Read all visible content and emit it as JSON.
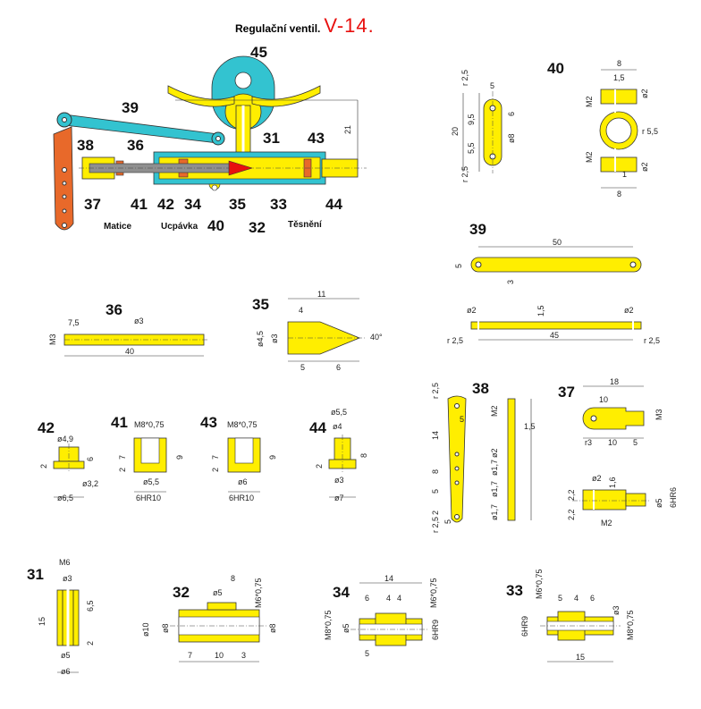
{
  "title": {
    "text": "Regulační ventil.",
    "code": "V-14."
  },
  "assembly": {
    "numbers": [
      "45",
      "39",
      "38",
      "36",
      "31",
      "43",
      "37",
      "41",
      "42",
      "34",
      "40",
      "35",
      "32",
      "33",
      "44"
    ],
    "labels": {
      "matice": "Matice",
      "ucpavka": "Ucpávka",
      "tesneni": "Těsnění"
    }
  },
  "parts": {
    "p40": {
      "num": "40",
      "dims": [
        "r 2,5",
        "5",
        "6",
        "9,5",
        "20",
        "ø8",
        "5,5",
        "r 2,5",
        "8",
        "1,5",
        "ø2",
        "M2",
        "r 5,5",
        "M2",
        "1",
        "ø2",
        "8"
      ]
    },
    "p39": {
      "num": "39",
      "dims": [
        "50",
        "5",
        "3",
        "ø2",
        "1,5",
        "ø2",
        "r 2,5",
        "45",
        "r 2,5"
      ]
    },
    "p36": {
      "num": "36",
      "dims": [
        "7,5",
        "ø3",
        "M3",
        "40"
      ]
    },
    "p35": {
      "num": "35",
      "dims": [
        "11",
        "4",
        "ø4,5",
        "ø3",
        "40°",
        "5",
        "6"
      ]
    },
    "p38": {
      "num": "38",
      "dims": [
        "r 2,5",
        "5",
        "14",
        "8",
        "5",
        "2",
        "5",
        "r 2,5",
        "M2",
        "1,5",
        "ø2",
        "ø1,7",
        "ø1,7",
        "ø1,7"
      ]
    },
    "p37": {
      "num": "37",
      "dims": [
        "18",
        "10",
        "M3",
        "r3",
        "10",
        "5",
        "ø2",
        "1,6",
        "2,2",
        "2,2",
        "ø5",
        "6HR6",
        "M2"
      ]
    },
    "p42": {
      "num": "42",
      "dims": [
        "ø4,9",
        "6",
        "2",
        "ø3,2",
        "ø6,5"
      ]
    },
    "p41": {
      "num": "41",
      "dims": [
        "M8*0,75",
        "7",
        "2",
        "9",
        "ø5,5",
        "6HR10"
      ]
    },
    "p43": {
      "num": "43",
      "dims": [
        "M8*0,75",
        "7",
        "2",
        "9",
        "ø6",
        "6HR10"
      ]
    },
    "p44": {
      "num": "44",
      "dims": [
        "ø5,5",
        "ø4",
        "8",
        "2",
        "ø3",
        "ø7"
      ]
    },
    "p31": {
      "num": "31",
      "dims": [
        "M6",
        "ø3",
        "6,5",
        "15",
        "2",
        "ø5",
        "ø6"
      ]
    },
    "p32": {
      "num": "32",
      "dims": [
        "8",
        "ø5",
        "M6*0,75",
        "ø10",
        "ø8",
        "ø8",
        "7",
        "10",
        "3"
      ]
    },
    "p34": {
      "num": "34",
      "dims": [
        "14",
        "6",
        "4",
        "4",
        "M6*0,75",
        "M8*0,75",
        "ø5",
        "6HR9",
        "5"
      ]
    },
    "p33": {
      "num": "33",
      "dims": [
        "M6*0,75",
        "5",
        "4",
        "6",
        "6HR9",
        "ø3",
        "M8*0,75",
        "15"
      ]
    }
  },
  "colors": {
    "yellow": "#ffee00",
    "cyan": "#33c3d0",
    "orange": "#e8692a",
    "red": "#e8100e",
    "rod": "#8f8f8f"
  }
}
